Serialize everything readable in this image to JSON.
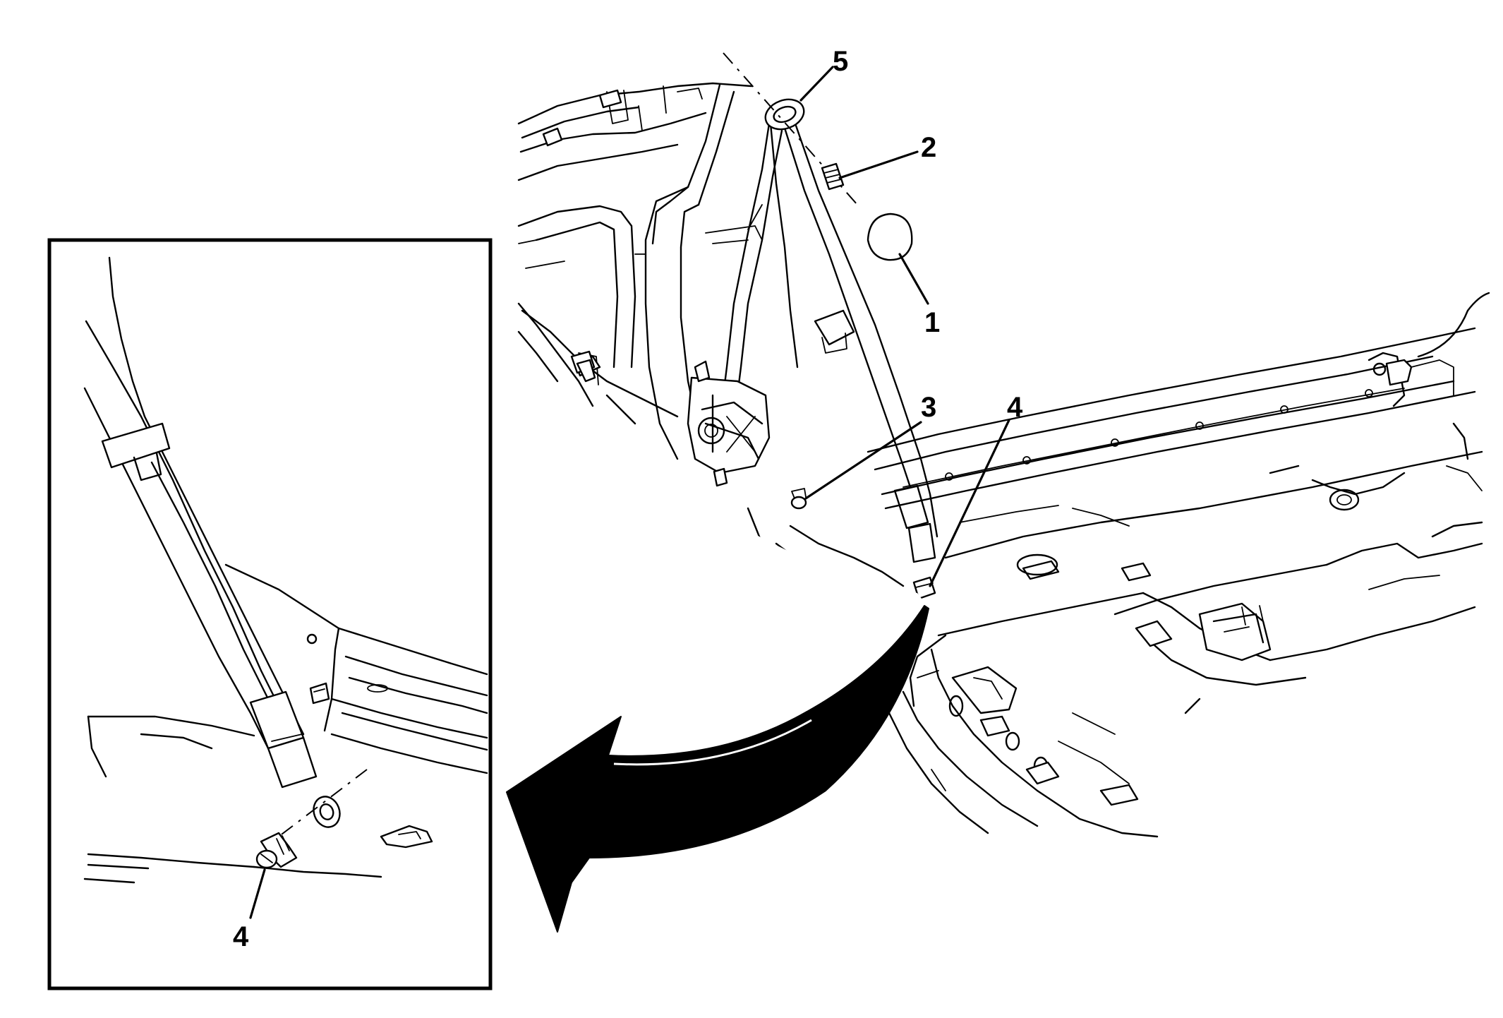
{
  "diagram": {
    "callouts": [
      {
        "id": "1",
        "label": "1"
      },
      {
        "id": "2",
        "label": "2"
      },
      {
        "id": "3",
        "label": "3"
      },
      {
        "id": "4",
        "label": "4"
      },
      {
        "id": "5",
        "label": "5"
      },
      {
        "id": "4-inset",
        "label": "4"
      }
    ],
    "colors": {
      "line": "#000000",
      "background": "#ffffff",
      "arrow": "#000000"
    }
  }
}
